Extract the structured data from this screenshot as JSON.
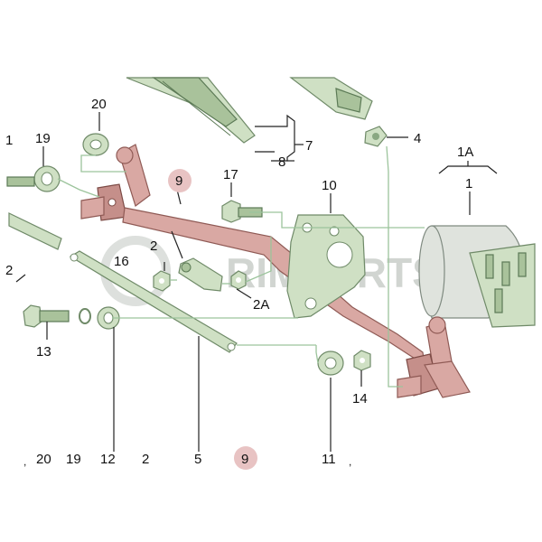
{
  "diagram": {
    "watermark_text": "RIMPARTS",
    "labels": {
      "p1": "1",
      "p1A": "1A",
      "p2_top": "2",
      "p2A": "2A",
      "p4": "4",
      "p5": "5",
      "p7": "7",
      "p8": "8",
      "p9_top": "9",
      "p10": "10",
      "p11": "11",
      "p12": "12",
      "p13": "13",
      "p14": "14",
      "p16": "16",
      "p17": "17",
      "p19_top": "19",
      "p20_top": "20",
      "left_1": "1",
      "left_2": "2"
    },
    "bottom_row": [
      "20",
      "19",
      "12",
      "2",
      "5",
      "9",
      "11"
    ],
    "highlighted_part": "9",
    "colors": {
      "linkage_highlight": "#d9a8a3",
      "green_parts": "#cfe0c4",
      "leader_lines": "#9cc49c",
      "label_highlight_circle": "#e8c3c3"
    }
  }
}
